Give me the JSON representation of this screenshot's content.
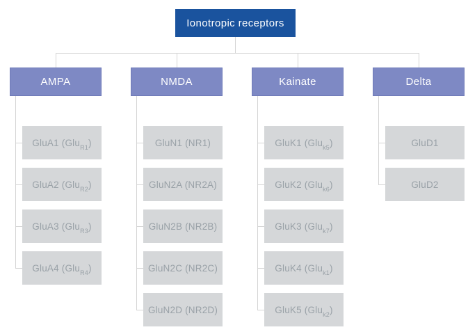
{
  "root": {
    "label": "Ionotropic receptors"
  },
  "colors": {
    "root_bg": "#1a539e",
    "category_bg": "#7e89c4",
    "category_border": "#6e7ab8",
    "child_bg": "#d5d7d9",
    "child_text": "#99a1a7",
    "line": "#d4d4d4"
  },
  "columns": [
    {
      "label": "AMPA",
      "children": [
        {
          "text": "GluA1 (Glu",
          "sub": "R1",
          "suffix": ")"
        },
        {
          "text": "GluA2 (Glu",
          "sub": "R2",
          "suffix": ")"
        },
        {
          "text": "GluA3 (Glu",
          "sub": "R3",
          "suffix": ")"
        },
        {
          "text": "GluA4 (Glu",
          "sub": "R4",
          "suffix": ")"
        }
      ]
    },
    {
      "label": "NMDA",
      "children": [
        {
          "text": "GluN1 (NR1)",
          "sub": "",
          "suffix": ""
        },
        {
          "text": "GluN2A (NR2A)",
          "sub": "",
          "suffix": ""
        },
        {
          "text": "GluN2B (NR2B)",
          "sub": "",
          "suffix": ""
        },
        {
          "text": "GluN2C (NR2C)",
          "sub": "",
          "suffix": ""
        },
        {
          "text": "GluN2D (NR2D)",
          "sub": "",
          "suffix": ""
        }
      ]
    },
    {
      "label": "Kainate",
      "children": [
        {
          "text": "GluK1 (Glu",
          "sub": "k5",
          "suffix": ")"
        },
        {
          "text": "GluK2 (Glu",
          "sub": "k6",
          "suffix": ")"
        },
        {
          "text": "GluK3 (Glu",
          "sub": "k7",
          "suffix": ")"
        },
        {
          "text": "GluK4 (Glu",
          "sub": "k1",
          "suffix": ")"
        },
        {
          "text": "GluK5 (Glu",
          "sub": "k2",
          "suffix": ")"
        }
      ]
    },
    {
      "label": "Delta",
      "children": [
        {
          "text": "GluD1",
          "sub": "",
          "suffix": ""
        },
        {
          "text": "GluD2",
          "sub": "",
          "suffix": ""
        }
      ]
    }
  ]
}
